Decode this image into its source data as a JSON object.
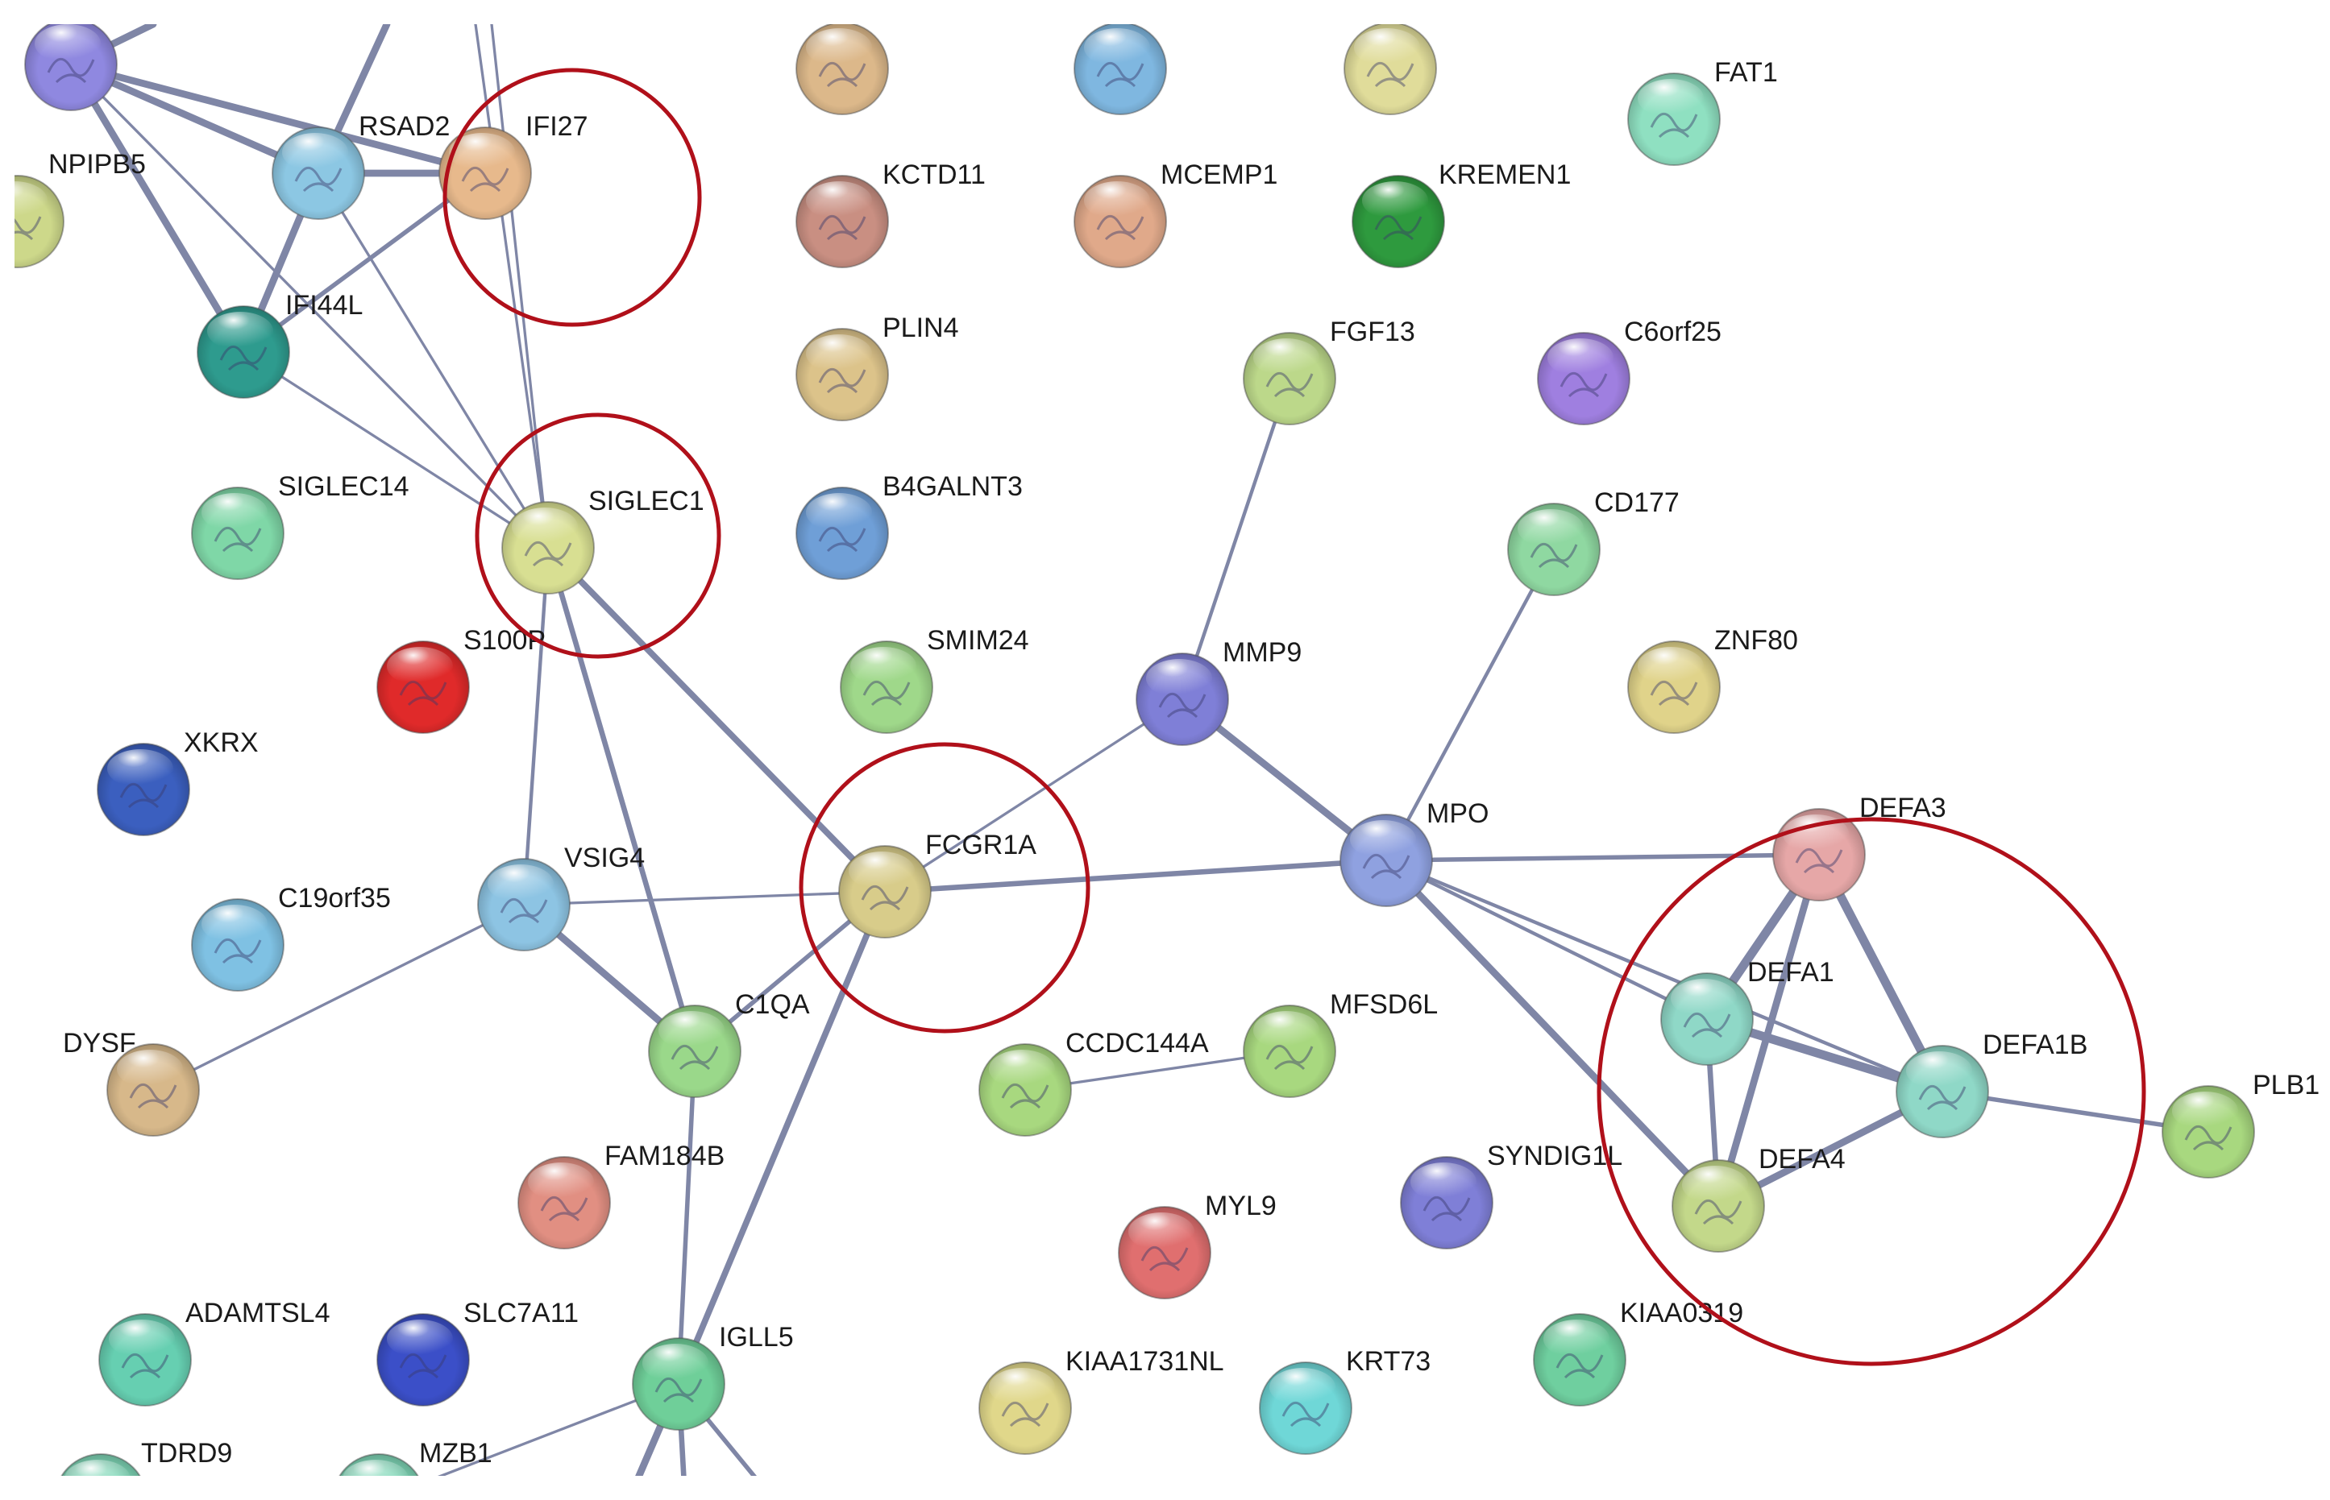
{
  "network": {
    "nodes": [
      {
        "id": "n_tl",
        "label": "",
        "color": "#8f88e0"
      },
      {
        "id": "NPIPB5",
        "label": "NPIPB5",
        "color": "#cdd88a"
      },
      {
        "id": "RSAD2",
        "label": "RSAD2",
        "color": "#8cc7e3"
      },
      {
        "id": "IFI27",
        "label": "IFI27",
        "color": "#e7b98c"
      },
      {
        "id": "IFI44L",
        "label": "IFI44L",
        "color": "#2e9b8e"
      },
      {
        "id": "SIGLEC14",
        "label": "SIGLEC14",
        "color": "#7fd7a7"
      },
      {
        "id": "SIGLEC1",
        "label": "SIGLEC1",
        "color": "#d8df92"
      },
      {
        "id": "S100P",
        "label": "S100P",
        "color": "#e02a2a"
      },
      {
        "id": "XKRX",
        "label": "XKRX",
        "color": "#3b5fbf"
      },
      {
        "id": "C19orf35",
        "label": "C19orf35",
        "color": "#7fc1e3"
      },
      {
        "id": "VSIG4",
        "label": "VSIG4",
        "color": "#8dc4e3"
      },
      {
        "id": "DYSF",
        "label": "DYSF",
        "color": "#d7b88a"
      },
      {
        "id": "C1QA",
        "label": "C1QA",
        "color": "#9ad88a"
      },
      {
        "id": "FAM184B",
        "label": "FAM184B",
        "color": "#e18f82"
      },
      {
        "id": "ADAMTSL4",
        "label": "ADAMTSL4",
        "color": "#66cfb1"
      },
      {
        "id": "SLC7A11",
        "label": "SLC7A11",
        "color": "#3b4fc8"
      },
      {
        "id": "IGLL5",
        "label": "IGLL5",
        "color": "#6fcf99"
      },
      {
        "id": "TDRD9",
        "label": "TDRD9",
        "color": "#7fd7b7"
      },
      {
        "id": "MZB1",
        "label": "MZB1",
        "color": "#7fd7b7"
      },
      {
        "id": "n_top1",
        "label": "",
        "color": "#dcb88a"
      },
      {
        "id": "KCTD11",
        "label": "KCTD11",
        "color": "#c98f82"
      },
      {
        "id": "PLIN4",
        "label": "PLIN4",
        "color": "#dcc38a"
      },
      {
        "id": "B4GALNT3",
        "label": "B4GALNT3",
        "color": "#6f9fd7"
      },
      {
        "id": "SMIM24",
        "label": "SMIM24",
        "color": "#9fd88a"
      },
      {
        "id": "FCGR1A",
        "label": "FCGR1A",
        "color": "#d8cc8a"
      },
      {
        "id": "CCDC144A",
        "label": "CCDC144A",
        "color": "#a8d87f"
      },
      {
        "id": "KIAA1731NL",
        "label": "KIAA1731NL",
        "color": "#e0d78a"
      },
      {
        "id": "n_top2",
        "label": "",
        "color": "#7fb7e0"
      },
      {
        "id": "MCEMP1",
        "label": "MCEMP1",
        "color": "#e0a98a"
      },
      {
        "id": "MMP9",
        "label": "MMP9",
        "color": "#7f7fd7"
      },
      {
        "id": "MYL9",
        "label": "MYL9",
        "color": "#e06f6f"
      },
      {
        "id": "KRT73",
        "label": "KRT73",
        "color": "#6fd7d7"
      },
      {
        "id": "n_top3",
        "label": "",
        "color": "#e0dc9a"
      },
      {
        "id": "KREMEN1",
        "label": "KREMEN1",
        "color": "#2e9a3e"
      },
      {
        "id": "FGF13",
        "label": "FGF13",
        "color": "#bcd88a"
      },
      {
        "id": "MFSD6L",
        "label": "MFSD6L",
        "color": "#a8d87f"
      },
      {
        "id": "MPO",
        "label": "MPO",
        "color": "#8fa1e0"
      },
      {
        "id": "SYNDIG1L",
        "label": "SYNDIG1L",
        "color": "#7f7fd7"
      },
      {
        "id": "FAT1",
        "label": "FAT1",
        "color": "#8fe0c1"
      },
      {
        "id": "C6orf25",
        "label": "C6orf25",
        "color": "#9f7fe0"
      },
      {
        "id": "CD177",
        "label": "CD177",
        "color": "#8fd8a1"
      },
      {
        "id": "ZNF80",
        "label": "ZNF80",
        "color": "#e0d38a"
      },
      {
        "id": "KIAA0319",
        "label": "KIAA0319",
        "color": "#6fcf9f"
      },
      {
        "id": "DEFA3",
        "label": "DEFA3",
        "color": "#e6a7a7"
      },
      {
        "id": "DEFA1",
        "label": "DEFA1",
        "color": "#8fd8c7"
      },
      {
        "id": "DEFA1B",
        "label": "DEFA1B",
        "color": "#8fd8c7"
      },
      {
        "id": "DEFA4",
        "label": "DEFA4",
        "color": "#c3d88a"
      },
      {
        "id": "PLB1",
        "label": "PLB1",
        "color": "#a8d87f"
      }
    ],
    "edges": [
      {
        "source": "n_tl",
        "target": "RSAD2",
        "weight": 4
      },
      {
        "source": "n_tl",
        "target": "IFI44L",
        "weight": 4
      },
      {
        "source": "n_tl",
        "target": "IFI27",
        "weight": 4
      },
      {
        "source": "n_tl",
        "target": "SIGLEC1",
        "weight": 1.5
      },
      {
        "source": "RSAD2",
        "target": "IFI27",
        "weight": 4
      },
      {
        "source": "RSAD2",
        "target": "IFI44L",
        "weight": 4
      },
      {
        "source": "IFI44L",
        "target": "IFI27",
        "weight": 2.5
      },
      {
        "source": "IFI44L",
        "target": "SIGLEC1",
        "weight": 1.5
      },
      {
        "source": "RSAD2",
        "target": "SIGLEC1",
        "weight": 1.5
      },
      {
        "source": "SIGLEC1",
        "target": "VSIG4",
        "weight": 2
      },
      {
        "source": "SIGLEC1",
        "target": "C1QA",
        "weight": 3
      },
      {
        "source": "SIGLEC1",
        "target": "FCGR1A",
        "weight": 3.5
      },
      {
        "source": "VSIG4",
        "target": "FCGR1A",
        "weight": 1.5
      },
      {
        "source": "VSIG4",
        "target": "C1QA",
        "weight": 4
      },
      {
        "source": "VSIG4",
        "target": "DYSF",
        "weight": 1.5
      },
      {
        "source": "C1QA",
        "target": "FCGR1A",
        "weight": 2.5
      },
      {
        "source": "C1QA",
        "target": "IGLL5",
        "weight": 2.5
      },
      {
        "source": "IGLL5",
        "target": "FCGR1A",
        "weight": 3.5
      },
      {
        "source": "IGLL5",
        "target": "MZB1",
        "weight": 1.5
      },
      {
        "source": "FCGR1A",
        "target": "MMP9",
        "weight": 1.5
      },
      {
        "source": "FCGR1A",
        "target": "MPO",
        "weight": 3
      },
      {
        "source": "MMP9",
        "target": "FGF13",
        "weight": 2
      },
      {
        "source": "MMP9",
        "target": "MPO",
        "weight": 4
      },
      {
        "source": "MPO",
        "target": "CD177",
        "weight": 2
      },
      {
        "source": "MPO",
        "target": "DEFA3",
        "weight": 2.5
      },
      {
        "source": "MPO",
        "target": "DEFA1",
        "weight": 2
      },
      {
        "source": "MPO",
        "target": "DEFA1B",
        "weight": 2
      },
      {
        "source": "MPO",
        "target": "DEFA4",
        "weight": 4
      },
      {
        "source": "CCDC144A",
        "target": "MFSD6L",
        "weight": 1.5
      },
      {
        "source": "DEFA3",
        "target": "DEFA1",
        "weight": 5
      },
      {
        "source": "DEFA3",
        "target": "DEFA1B",
        "weight": 5
      },
      {
        "source": "DEFA3",
        "target": "DEFA4",
        "weight": 4
      },
      {
        "source": "DEFA1",
        "target": "DEFA1B",
        "weight": 5
      },
      {
        "source": "DEFA1",
        "target": "DEFA4",
        "weight": 3
      },
      {
        "source": "DEFA1B",
        "target": "DEFA4",
        "weight": 4
      },
      {
        "source": "DEFA1B",
        "target": "PLB1",
        "weight": 2.5
      }
    ],
    "offscreen_edges": [
      {
        "source": "n_tl",
        "weight": 4
      },
      {
        "source": "RSAD2",
        "weight": 4
      },
      {
        "source": "SIGLEC1",
        "weight": 1.5
      },
      {
        "source": "SIGLEC1",
        "weight": 1.5
      },
      {
        "source": "IGLL5",
        "weight": 4
      },
      {
        "source": "IGLL5",
        "weight": 3
      },
      {
        "source": "IGLL5",
        "weight": 2.5
      }
    ],
    "highlight_circles": [
      {
        "encloses": [
          "IFI27"
        ]
      },
      {
        "encloses": [
          "SIGLEC1"
        ]
      },
      {
        "encloses": [
          "FCGR1A"
        ]
      },
      {
        "encloses": [
          "DEFA3",
          "DEFA1",
          "DEFA1B",
          "DEFA4"
        ]
      }
    ],
    "colors": {
      "edge": "#7f86a6",
      "highlight": "#b0101a",
      "label": "#1a1a1a",
      "background": "#ffffff"
    }
  }
}
